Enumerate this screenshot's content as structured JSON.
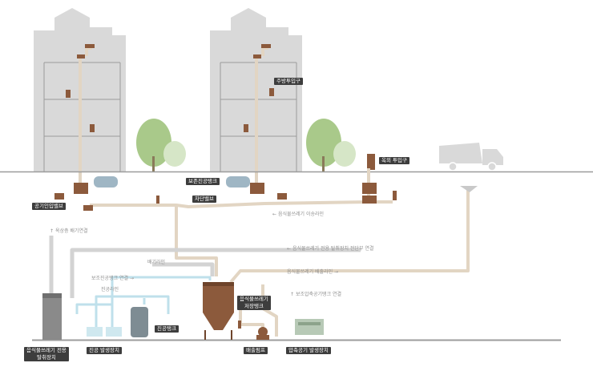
{
  "labels": {
    "kitchen_inlet": "주방투입구",
    "outdoor_inlet": "옥외 투입구",
    "aux_vacuum_tank": "보존진공탱크",
    "shutoff_valve": "차단밸브",
    "air_inlet_valve": "공기인입밸브",
    "deodorizer_line1": "음식물쓰레기 전용",
    "deodorizer_line2": "탈취장치",
    "vacuum_generator": "진공 발생장치",
    "vacuum_tank": "진공탱크",
    "storage_tank_line1": "음식물쓰레기",
    "storage_tank_line2": "저장탱크",
    "discharge_pump": "배출펌프",
    "compressor": "압축공기 발생장치"
  },
  "notes": {
    "transfer_line": "음식물쓰레기 이송라인",
    "roof_exhaust": "옥상층 배기연결",
    "deodorizer_connection": "음식물쓰레기 전용 탈취장치 전단부 연결",
    "exhaust_line": "배기라인",
    "discharge_line": "음식물쓰레기 배출라인",
    "aux_tank_connection": "보조진공탱크 연결",
    "vacuum_line": "진공라인",
    "compressed_air_connection": "보조압축공기탱크 연결"
  },
  "colors": {
    "pipe": "#e2d5c3",
    "vacuum_pipe": "#bfe0eb",
    "exhaust_pipe": "#d3d3d3",
    "building": "#d9d9d9",
    "equipment_brown": "#8c5a3c",
    "tank_blue": "#9fb6c4",
    "tree": "#a9c98a",
    "label_bg": "#3d3d3d"
  }
}
